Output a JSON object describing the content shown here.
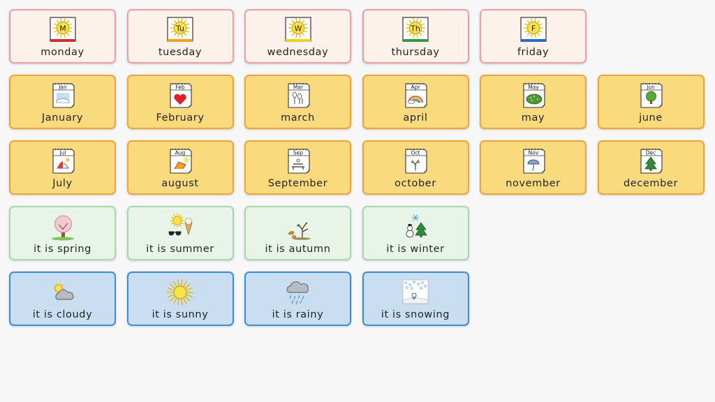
{
  "rows": [
    {
      "kind": "day",
      "tiles": [
        {
          "label": "monday",
          "icon": "sun-calendar-icon",
          "badge": "M",
          "bar": "#d32f2f"
        },
        {
          "label": "tuesday",
          "icon": "sun-calendar-icon",
          "badge": "Tu",
          "bar": "#f0a020"
        },
        {
          "label": "wednesday",
          "icon": "sun-calendar-icon",
          "badge": "W",
          "bar": "#f0d020"
        },
        {
          "label": "thursday",
          "icon": "sun-calendar-icon",
          "badge": "Th",
          "bar": "#3a9a3a"
        },
        {
          "label": "friday",
          "icon": "sun-calendar-icon",
          "badge": "F",
          "bar": "#2a6ac8"
        }
      ]
    },
    {
      "kind": "month",
      "tiles": [
        {
          "label": "January",
          "icon": "calendar-page-icon",
          "badge": "Jan",
          "art": "snow"
        },
        {
          "label": "February",
          "icon": "calendar-page-icon",
          "badge": "Feb",
          "art": "heart"
        },
        {
          "label": "march",
          "icon": "calendar-page-icon",
          "badge": "Mar",
          "art": "flower"
        },
        {
          "label": "april",
          "icon": "calendar-page-icon",
          "badge": "Apr",
          "art": "rainbow"
        },
        {
          "label": "may",
          "icon": "calendar-page-icon",
          "badge": "May",
          "art": "bush"
        },
        {
          "label": "june",
          "icon": "calendar-page-icon",
          "badge": "Jun",
          "art": "tree"
        }
      ]
    },
    {
      "kind": "month",
      "tiles": [
        {
          "label": "July",
          "icon": "calendar-page-icon",
          "badge": "Jul",
          "art": "beach"
        },
        {
          "label": "august",
          "icon": "calendar-page-icon",
          "badge": "Aug",
          "art": "deckchair"
        },
        {
          "label": "September",
          "icon": "calendar-page-icon",
          "badge": "Sep",
          "art": "bench"
        },
        {
          "label": "october",
          "icon": "calendar-page-icon",
          "badge": "Oct",
          "art": "bare-tree"
        },
        {
          "label": "november",
          "icon": "calendar-page-icon",
          "badge": "Nov",
          "art": "umbrella"
        },
        {
          "label": "december",
          "icon": "calendar-page-icon",
          "badge": "Dec",
          "art": "xmas-tree"
        }
      ]
    },
    {
      "kind": "season",
      "tiles": [
        {
          "label": "it is spring",
          "icon": "blossom-tree-icon"
        },
        {
          "label": "it is summer",
          "icon": "sun-sunglasses-icon"
        },
        {
          "label": "it is autumn",
          "icon": "autumn-tree-icon"
        },
        {
          "label": "it is winter",
          "icon": "snowman-tree-icon"
        }
      ]
    },
    {
      "kind": "weather",
      "tiles": [
        {
          "label": "it is cloudy",
          "icon": "cloud-sun-icon"
        },
        {
          "label": "it is sunny",
          "icon": "sun-icon"
        },
        {
          "label": "it is rainy",
          "icon": "rain-cloud-icon"
        },
        {
          "label": "it is snowing",
          "icon": "snow-scene-icon"
        }
      ]
    }
  ],
  "colors": {
    "day_bg": "#fdf1ec",
    "day_border": "#eaa0a4",
    "month_bg": "#f9db7d",
    "month_border": "#eea43b",
    "season_bg": "#e7f4e7",
    "season_border": "#a8d9ad",
    "weather_bg": "#c9def0",
    "weather_border": "#3c8ed2"
  }
}
